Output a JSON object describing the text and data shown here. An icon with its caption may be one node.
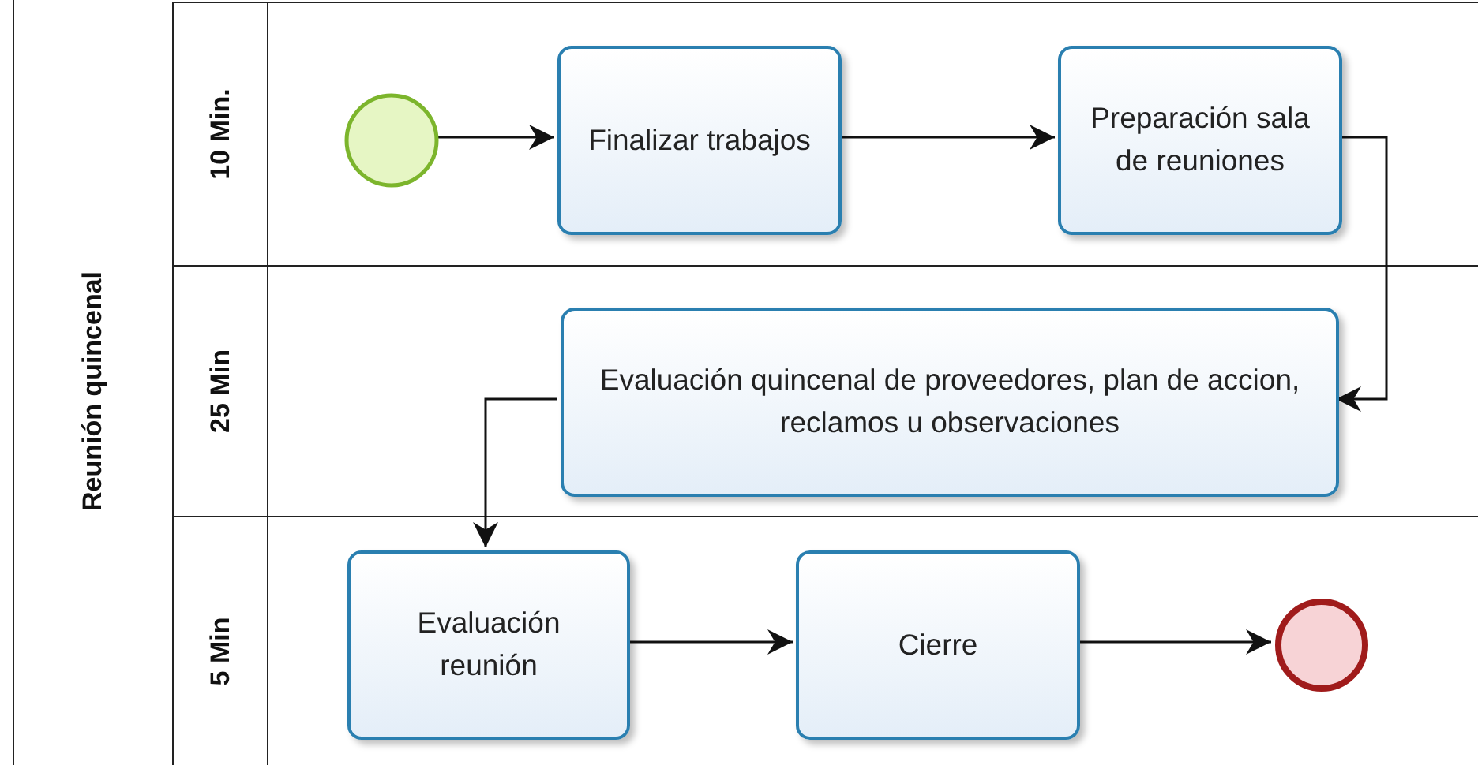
{
  "diagram": {
    "nodes": [
      {
        "text": [
          "Reunión quincenal"
        ]
      },
      {
        "text": [
          "10 Min."
        ],
        "in": 0
      },
      {
        "text": [
          "25 Min"
        ],
        "in": 0
      },
      {
        "text": [
          "5 Min"
        ],
        "in": 0
      },
      {
        "text": [],
        "shape": "circle",
        "in": 1
      },
      {
        "text": [
          "Finalizar trabajos"
        ],
        "in": 1
      },
      {
        "text": [
          "Preparación sala de reuniones"
        ],
        "in": 1
      },
      {
        "text": [
          "Evaluación quincenal de proveedores, plan de accion, reclamos u observaciones"
        ],
        "in": 2
      },
      {
        "text": [
          "Evaluación reunión"
        ],
        "in": 3
      },
      {
        "text": [
          "Cierre"
        ],
        "in": 3
      },
      {
        "text": [],
        "shape": "circle",
        "in": 3
      }
    ],
    "edges": [
      {
        "from": 4,
        "to": 5,
        "arrow": "to"
      },
      {
        "from": 5,
        "to": 6,
        "arrow": "to"
      },
      {
        "from": 6,
        "to": 7,
        "arrow": "to"
      },
      {
        "from": 7,
        "to": 8,
        "arrow": "to"
      },
      {
        "from": 8,
        "to": 9,
        "arrow": "to"
      },
      {
        "from": 9,
        "to": 10,
        "arrow": "to"
      }
    ]
  }
}
